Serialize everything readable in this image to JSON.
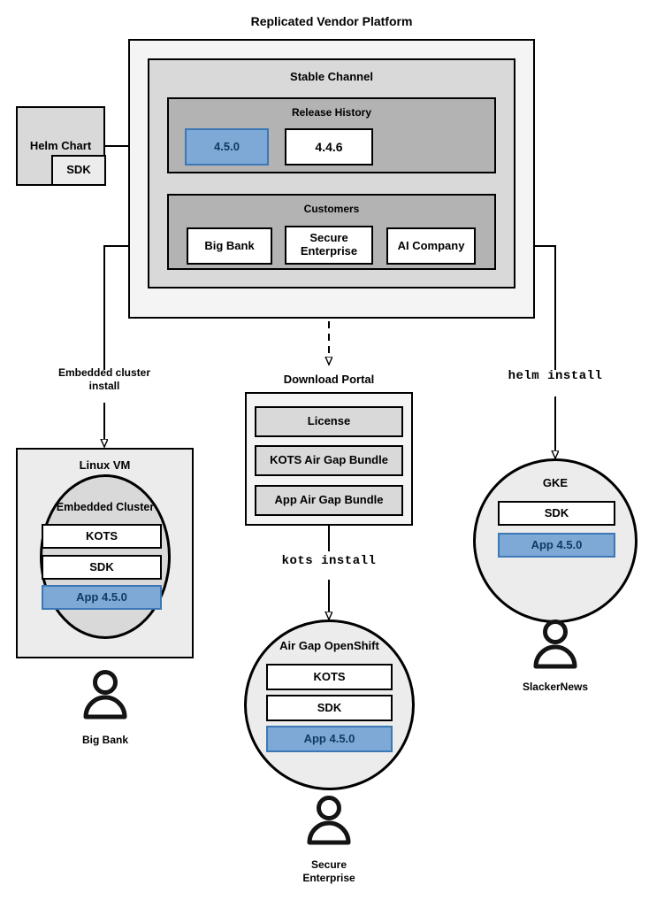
{
  "diagram": {
    "title": "Replicated Vendor Platform",
    "platform": {
      "stable_channel_title": "Stable Channel",
      "release_history_title": "Release History",
      "releases": [
        {
          "version": "4.5.0",
          "state": "current"
        },
        {
          "version": "4.4.6",
          "state": "previous"
        }
      ],
      "customers_title": "Customers",
      "customers": [
        {
          "name": "Big Bank"
        },
        {
          "name": "Secure\nEnterprise"
        },
        {
          "name": "AI Company"
        }
      ]
    },
    "source": {
      "helm_chart_label": "Helm Chart",
      "sdk_label": "SDK"
    },
    "download_portal": {
      "title": "Download Portal",
      "items": [
        "License",
        "KOTS Air Gap Bundle",
        "App Air Gap Bundle"
      ]
    },
    "edge_labels": {
      "embedded_cluster_install": "Embedded cluster\ninstall",
      "kots_install": "kots install",
      "helm_install": "helm install"
    },
    "targets": [
      {
        "id": "linux-vm",
        "outer_label": "Linux VM",
        "inner_label": "Embedded Cluster",
        "components": [
          {
            "label": "KOTS",
            "style": "white"
          },
          {
            "label": "SDK",
            "style": "white"
          },
          {
            "label": "App 4.5.0",
            "style": "blue"
          }
        ],
        "persona": "Big Bank"
      },
      {
        "id": "air-gap-openshift",
        "outer_label": "",
        "inner_label": "Air Gap OpenShift",
        "components": [
          {
            "label": "KOTS",
            "style": "white"
          },
          {
            "label": "SDK",
            "style": "white"
          },
          {
            "label": "App 4.5.0",
            "style": "blue"
          }
        ],
        "persona": "Secure\nEnterprise"
      },
      {
        "id": "gke",
        "outer_label": "",
        "inner_label": "GKE",
        "components": [
          {
            "label": "SDK",
            "style": "white"
          },
          {
            "label": "App 4.5.0",
            "style": "blue"
          }
        ],
        "persona": "SlackerNews"
      }
    ],
    "colors": {
      "accent_blue_fill": "#7ea8d6",
      "accent_blue_border": "#3b78b5",
      "accent_blue_text": "#0f3b63",
      "panel_level1": "#f4f4f4",
      "panel_level2": "#d9d9d9",
      "panel_level3": "#b3b3b3",
      "stroke": "#000000"
    }
  }
}
